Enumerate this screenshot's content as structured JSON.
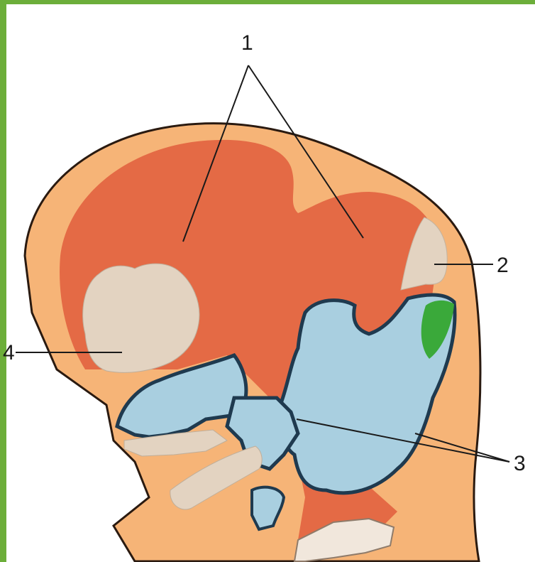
{
  "labels": {
    "one": "1",
    "two": "2",
    "three": "3",
    "four": "4"
  },
  "colors": {
    "border_green": "#6cae3a",
    "skin": "#f6b477",
    "skin_outline": "#2a1a10",
    "brain_red": "#e46a45",
    "cartilage_tan": "#e3d3c1",
    "bone_blue": "#a9cfe0",
    "bone_dark": "#1f3a4f",
    "green_patch": "#3aa93a",
    "vertebra": "#f1e7dc"
  }
}
